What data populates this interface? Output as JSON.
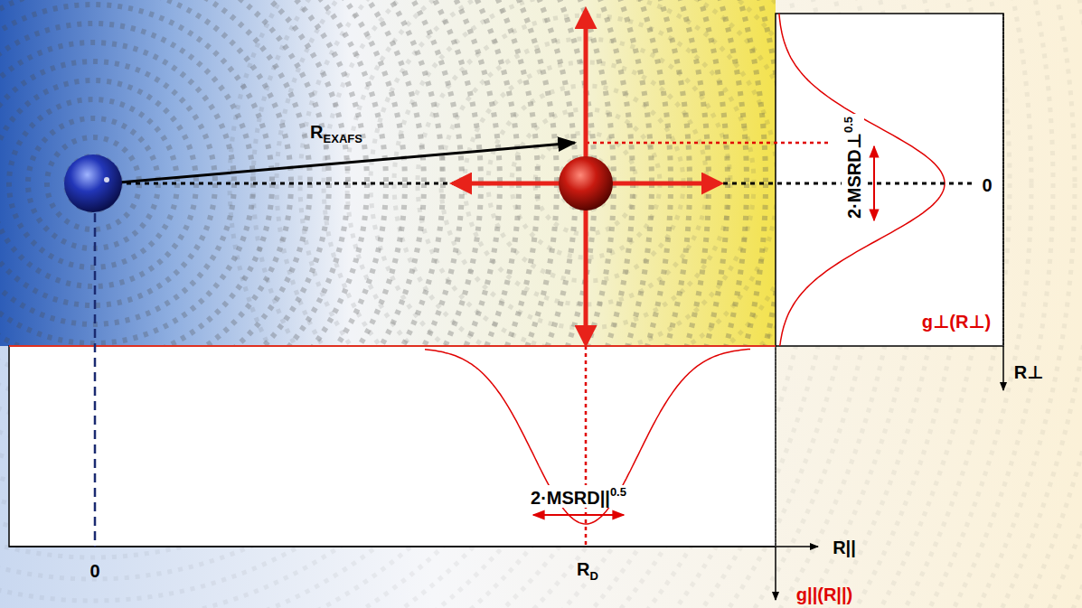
{
  "diagram": {
    "labels": [
      "R",
      "EXAFS",
      "0",
      "2·MSRD⊥",
      "0.5",
      "g⊥(R⊥)",
      "R⊥",
      "2·MSRD||",
      "0.5",
      "0",
      "R",
      "D",
      "R||",
      "g||(R||)"
    ]
  }
}
